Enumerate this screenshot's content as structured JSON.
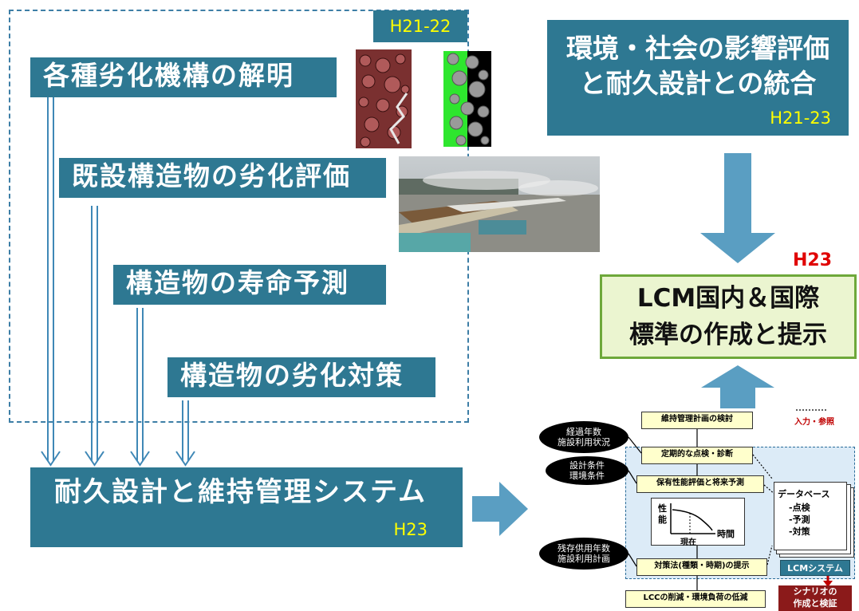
{
  "dashed_group": {
    "period": "H21-22"
  },
  "boxes": {
    "mechanism": "各種劣化機構の解明",
    "existing_eval": "既設構造物の劣化評価",
    "life_prediction": "構造物の寿命予測",
    "countermeasure": "構造物の劣化対策",
    "durability_system": {
      "label": "耐久設計と維持管理システム",
      "period": "H23"
    },
    "environment": {
      "line1": "環境・社会の影響評価",
      "line2": "と耐久設計との統合",
      "period": "H21-23"
    },
    "lcm_standard": {
      "line1": "LCM国内＆国際",
      "line2": "標準の作成と提示",
      "period": "H23"
    }
  },
  "lcm_diagram": {
    "ellipses": [
      {
        "line1": "経過年数",
        "line2": "施設利用状況"
      },
      {
        "line1": "設計条件",
        "line2": "環境条件"
      },
      {
        "line1": "残存供用年数",
        "line2": "施設利用計画"
      }
    ],
    "steps": [
      "維持管理計画の検討",
      "定期的な点検・診断",
      "保有性能評価と将来予測",
      "対策法(種類・時期)の提示",
      "LCCの削減・環境負荷の低減"
    ],
    "graph": {
      "y_label_1": "性",
      "y_label_2": "能",
      "x_label": "時間",
      "now_label": "現在"
    },
    "database": {
      "title": "データベース",
      "items": [
        "-点検",
        "-予測",
        "-対策"
      ]
    },
    "legend": "入力・参照",
    "system_label": "LCMシステム",
    "scenario": {
      "line1": "シナリオの",
      "line2": "作成と検証"
    }
  },
  "colors": {
    "box_teal": "#2e7892",
    "period_yellow": "#ffff00",
    "arrow_blue": "#5a9ec2",
    "lcm_fill": "#ebf5d0",
    "lcm_border": "#6ea83a",
    "h23_red": "#e00000"
  }
}
